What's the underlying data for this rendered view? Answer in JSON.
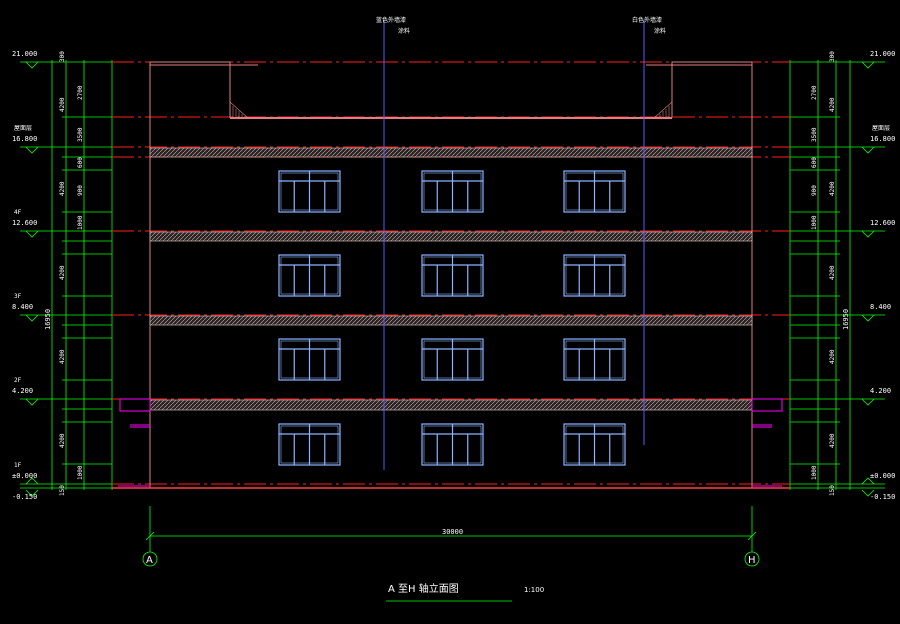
{
  "colors": {
    "background": "#000000",
    "dimension": "#00ff00",
    "wall": "#e08080",
    "axis_line": "#ff2020",
    "window": "#8cb4ff",
    "text": "#ffffff",
    "callout": "#5a5aff",
    "magenta": "#ff00ff",
    "band": "#b0a0a0"
  },
  "drawing": {
    "title": "A 至H 轴立面图",
    "scale": "1:100",
    "overall_dimension": "30000",
    "axis_left": "A",
    "axis_right": "H",
    "callouts": [
      {
        "label": "蓝色外墙漆",
        "sub": "涂料"
      },
      {
        "label": "白色外墙漆",
        "sub": "涂料"
      }
    ]
  },
  "elevations": {
    "left": [
      {
        "name": "",
        "value": "21.000"
      },
      {
        "name": "屋面层",
        "value": "16.800"
      },
      {
        "name": "4F",
        "value": "12.600"
      },
      {
        "name": "3F",
        "value": "8.400"
      },
      {
        "name": "2F",
        "value": "4.200"
      },
      {
        "name": "1F",
        "value": "±0.000"
      },
      {
        "name": "",
        "value": "-0.150"
      }
    ],
    "right": [
      {
        "name": "",
        "value": "21.000"
      },
      {
        "name": "屋面层",
        "value": "16.800"
      },
      {
        "name": "",
        "value": "12.600"
      },
      {
        "name": "",
        "value": "8.400"
      },
      {
        "name": "",
        "value": "4.200"
      },
      {
        "name": "",
        "value": "±0.000"
      },
      {
        "name": "",
        "value": "-0.150"
      }
    ]
  },
  "dims": {
    "outer_total": "16950",
    "floor_dims": [
      "4200",
      "4200",
      "4200",
      "4200",
      "4200"
    ],
    "top_dim": "300",
    "detail_dims": [
      "2700",
      "3500",
      "1000",
      "900",
      "600",
      "1000"
    ],
    "base_dim": "150"
  }
}
